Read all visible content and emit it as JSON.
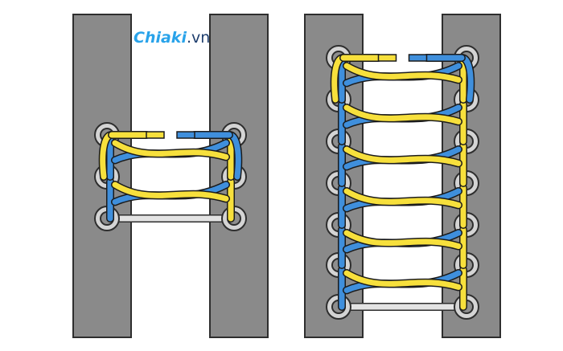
{
  "watermark": {
    "brand": "Chiaki",
    "suffix": ".vn"
  },
  "colors": {
    "background": "#ffffff",
    "flap": "#8a8a8a",
    "flap_edge": "#2e2e2e",
    "eyelet_ring": "#d4d4d4",
    "eyelet_hole": "#8e8e8e",
    "lace_yellow": "#f7e03c",
    "lace_blue": "#3f8fdc",
    "lace_outline": "#1b1b1b",
    "lace_underside": "#e3e3e3",
    "aglet_yellow": "#f7e03c",
    "aglet_blue": "#3f8fdc"
  },
  "panels": [
    {
      "name": "three-eyelet-example",
      "eyelet_rows": 3
    },
    {
      "name": "seven-eyelet-example",
      "eyelet_rows": 7
    }
  ]
}
